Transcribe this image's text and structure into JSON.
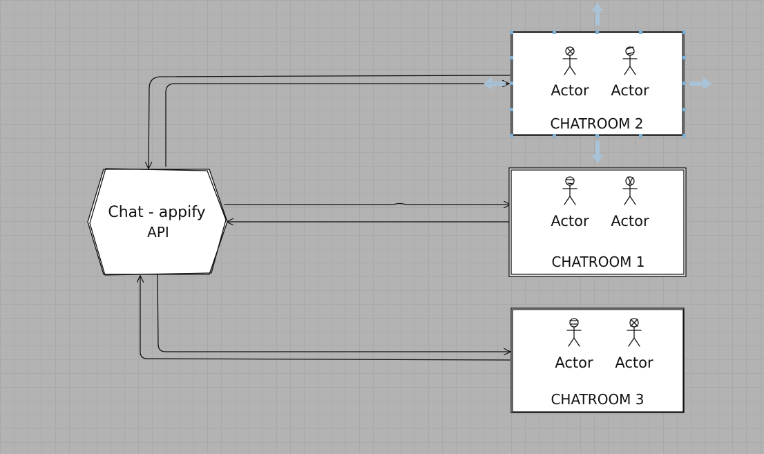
{
  "hub": {
    "line1": "Chat - appify",
    "line2": "API"
  },
  "rooms": [
    {
      "id": "chatroom-2",
      "label": "CHATROOM 2",
      "actors": [
        "Actor",
        "Actor"
      ],
      "selected": true
    },
    {
      "id": "chatroom-1",
      "label": "CHATROOM 1",
      "actors": [
        "Actor",
        "Actor"
      ],
      "selected": false
    },
    {
      "id": "chatroom-3",
      "label": "CHATROOM 3",
      "actors": [
        "Actor",
        "Actor"
      ],
      "selected": false
    }
  ],
  "colors": {
    "canvas": "#b3b3b3",
    "grid": "#a9a9a9",
    "stroke": "#111111",
    "selection": "#7fb2d6"
  }
}
